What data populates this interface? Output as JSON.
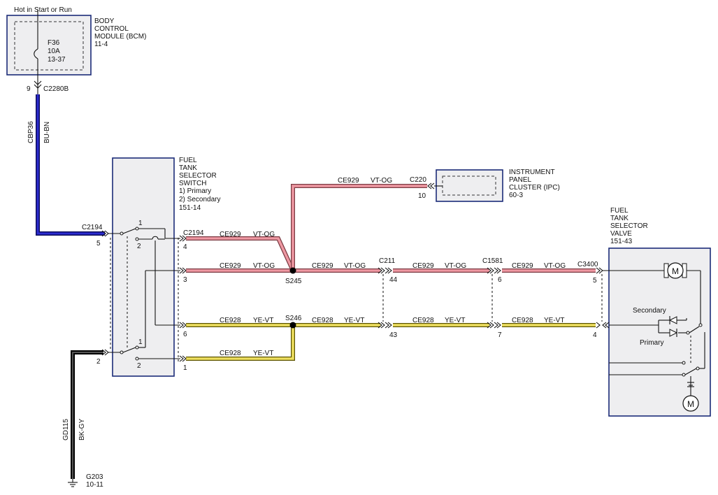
{
  "colors": {
    "blue_wire": "#1a1aa8",
    "black_wire": "#141414",
    "pink_wire": "#e8909a",
    "yellow_wire": "#e8d84a",
    "box_border": "#1b2b78",
    "box_fill": "#eeeef0"
  },
  "power": {
    "label": "Hot in Start or Run"
  },
  "bcm": {
    "name_1": "BODY",
    "name_2": "CONTROL",
    "name_3": "MODULE (BCM)",
    "ref": "11-4",
    "fuse_name": "F36",
    "fuse_rating": "10A",
    "fuse_ref": "13-37",
    "pin": "9",
    "connector": "C2280B"
  },
  "wire_cbp36": {
    "circuit": "CBP36",
    "color": "BU-BN"
  },
  "wire_gd115": {
    "circuit": "GD115",
    "color": "BK-GY"
  },
  "ground": {
    "name": "G203",
    "ref": "10-11"
  },
  "switch": {
    "name_1": "FUEL",
    "name_2": "TANK",
    "name_3": "SELECTOR",
    "name_4": "SWITCH",
    "pos_1": "1) Primary",
    "pos_2": "2) Secondary",
    "ref": "151-14",
    "left_connector": "C2194",
    "left_pin_top": "5",
    "left_pin_bottom": "2",
    "contact_1": "1",
    "contact_2": "2",
    "right_connector": "C2194",
    "pin_4": "4",
    "pin_3": "3",
    "pin_6": "6",
    "pin_1": "1"
  },
  "ipc": {
    "name_1": "INSTRUMENT",
    "name_2": "PANEL",
    "name_3": "CLUSTER (IPC)",
    "ref": "60-3",
    "connector": "C220",
    "pin": "10"
  },
  "valve": {
    "name_1": "FUEL",
    "name_2": "TANK",
    "name_3": "SELECTOR",
    "name_4": "VALVE",
    "ref": "151-43",
    "connector": "C3400",
    "pin_5": "5",
    "pin_4": "4",
    "secondary_label": "Secondary",
    "primary_label": "Primary",
    "motor_label": "M"
  },
  "splices": {
    "s245": "S245",
    "s246": "S246"
  },
  "inline": {
    "c211": "C211",
    "c211_pin_44": "44",
    "c211_pin_43": "43",
    "c1581": "C1581",
    "c1581_pin_6": "6",
    "c1581_pin_7": "7"
  },
  "wires": {
    "ce929_circuit": "CE929",
    "ce929_color": "VT-OG",
    "ce928_circuit": "CE928",
    "ce928_color": "YE-VT"
  }
}
